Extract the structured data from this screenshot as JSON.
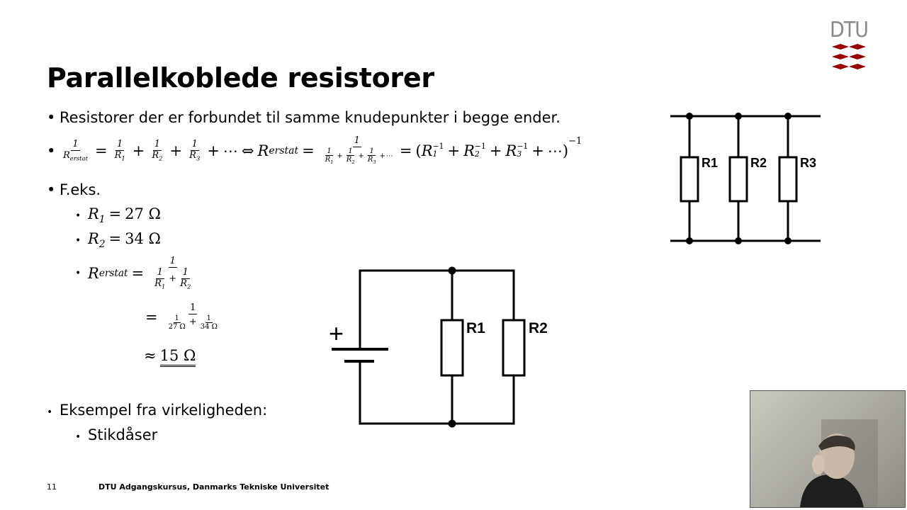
{
  "slide": {
    "title": "Parallelkoblede resistorer",
    "bullet1": "Resistorer der er forbundet til samme knudepunkter i begge ender.",
    "formula": {
      "one": "1",
      "r_erstat": "R",
      "erstat_sub": "erstat",
      "r1": "R",
      "r1_sub": "1",
      "r2": "R",
      "r2_sub": "2",
      "r3": "R",
      "r3_sub": "3",
      "eq": "=",
      "plus": "+",
      "dots": "⋯",
      "iff": "⇔",
      "inv": "−1",
      "lparen": "(",
      "rparen": ")"
    },
    "bullet_feks": "F.eks.",
    "sub_r1": "27 Ω",
    "sub_r2": "34 Ω",
    "num27": "27 Ω",
    "num34": "34 Ω",
    "approx": "≈",
    "result": "15 Ω",
    "bullet_example": "Eksempel fra virkeligheden:",
    "sub_stikdaser": "Stikdåser",
    "page_number": "11",
    "footer": "DTU Adgangskursus, Danmarks Tekniske Universitet"
  },
  "logo": {
    "text": "DTU",
    "color": "#990000",
    "text_color": "#8a8a8a"
  },
  "diagram_top": {
    "labels": [
      "R1",
      "R2",
      "R3"
    ]
  },
  "diagram_bottom": {
    "labels": [
      "R1",
      "R2"
    ],
    "battery_plus": "+"
  },
  "webcam": {
    "description_icon": "presenter-video-icon"
  }
}
